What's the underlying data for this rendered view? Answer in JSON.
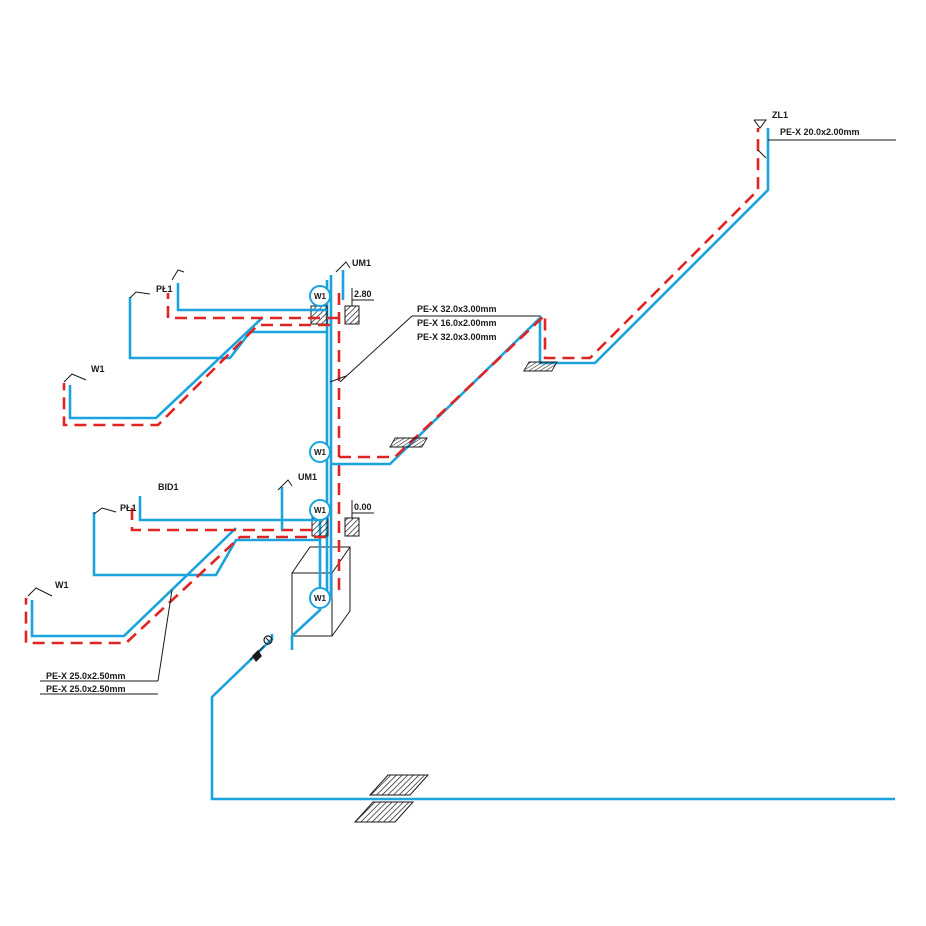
{
  "colors": {
    "cold_water": "#1aa3dc",
    "hot_water": "#e02424",
    "annotation": "#1a1a1a"
  },
  "labels": {
    "zl1": "ZL1",
    "pe_x_20": "PE-X 20.0x2.00mm",
    "um1_upper": "UM1",
    "um1_lower": "UM1",
    "elevation_upper": "2.80",
    "elevation_lower": "0.00",
    "pipe_32_a": "PE-X 32.0x3.00mm",
    "pipe_16": "PE-X 16.0x2.00mm",
    "pipe_32_b": "PE-X 32.0x3.00mm",
    "pu_upper": "PŁ1",
    "pu_lower": "PŁ1",
    "w1_upper": "W1",
    "w1_lower": "W1",
    "bid1": "BID1",
    "pipe_25_a": "PE-X 25.0x2.50mm",
    "pipe_25_b": "PE-X 25.0x2.50mm"
  },
  "riser_markers": [
    {
      "label": "W1"
    },
    {
      "label": "W1"
    },
    {
      "label": "W1"
    },
    {
      "label": "W1"
    }
  ]
}
